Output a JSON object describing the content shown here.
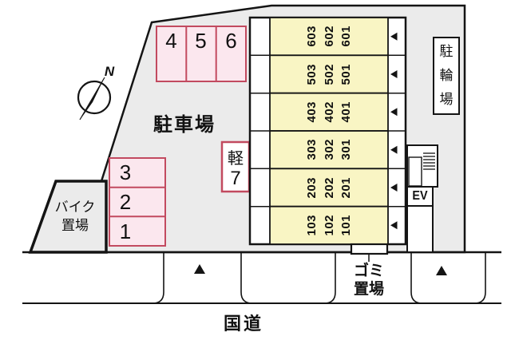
{
  "compass": {
    "north_label": "N"
  },
  "site": {
    "parking_lot_label": "駐車場",
    "road_label": "国道"
  },
  "bike_storage": {
    "line1": "バイク",
    "line2": "置場"
  },
  "bicycle_parking": {
    "chars": [
      "駐",
      "輪",
      "場"
    ]
  },
  "kei_spot": {
    "label": "軽",
    "number": "7"
  },
  "parking_spots_top": [
    "4",
    "5",
    "6"
  ],
  "parking_spots_left": [
    "3",
    "2",
    "1"
  ],
  "building": {
    "floors": [
      {
        "units": [
          "603",
          "602",
          "601"
        ]
      },
      {
        "units": [
          "503",
          "502",
          "501"
        ]
      },
      {
        "units": [
          "403",
          "402",
          "401"
        ]
      },
      {
        "units": [
          "303",
          "302",
          "301"
        ]
      },
      {
        "units": [
          "203",
          "202",
          "201"
        ]
      },
      {
        "units": [
          "103",
          "102",
          "101"
        ]
      }
    ],
    "elevator_label": "EV"
  },
  "garbage": {
    "line1": "ゴミ",
    "line2": "置場"
  },
  "colors": {
    "site_fill": "#ebebeb",
    "line": "#141414",
    "pink_fill": "#fbe7ee",
    "pink_border": "#c24a5f",
    "unit_fill": "#f9f5c4"
  }
}
